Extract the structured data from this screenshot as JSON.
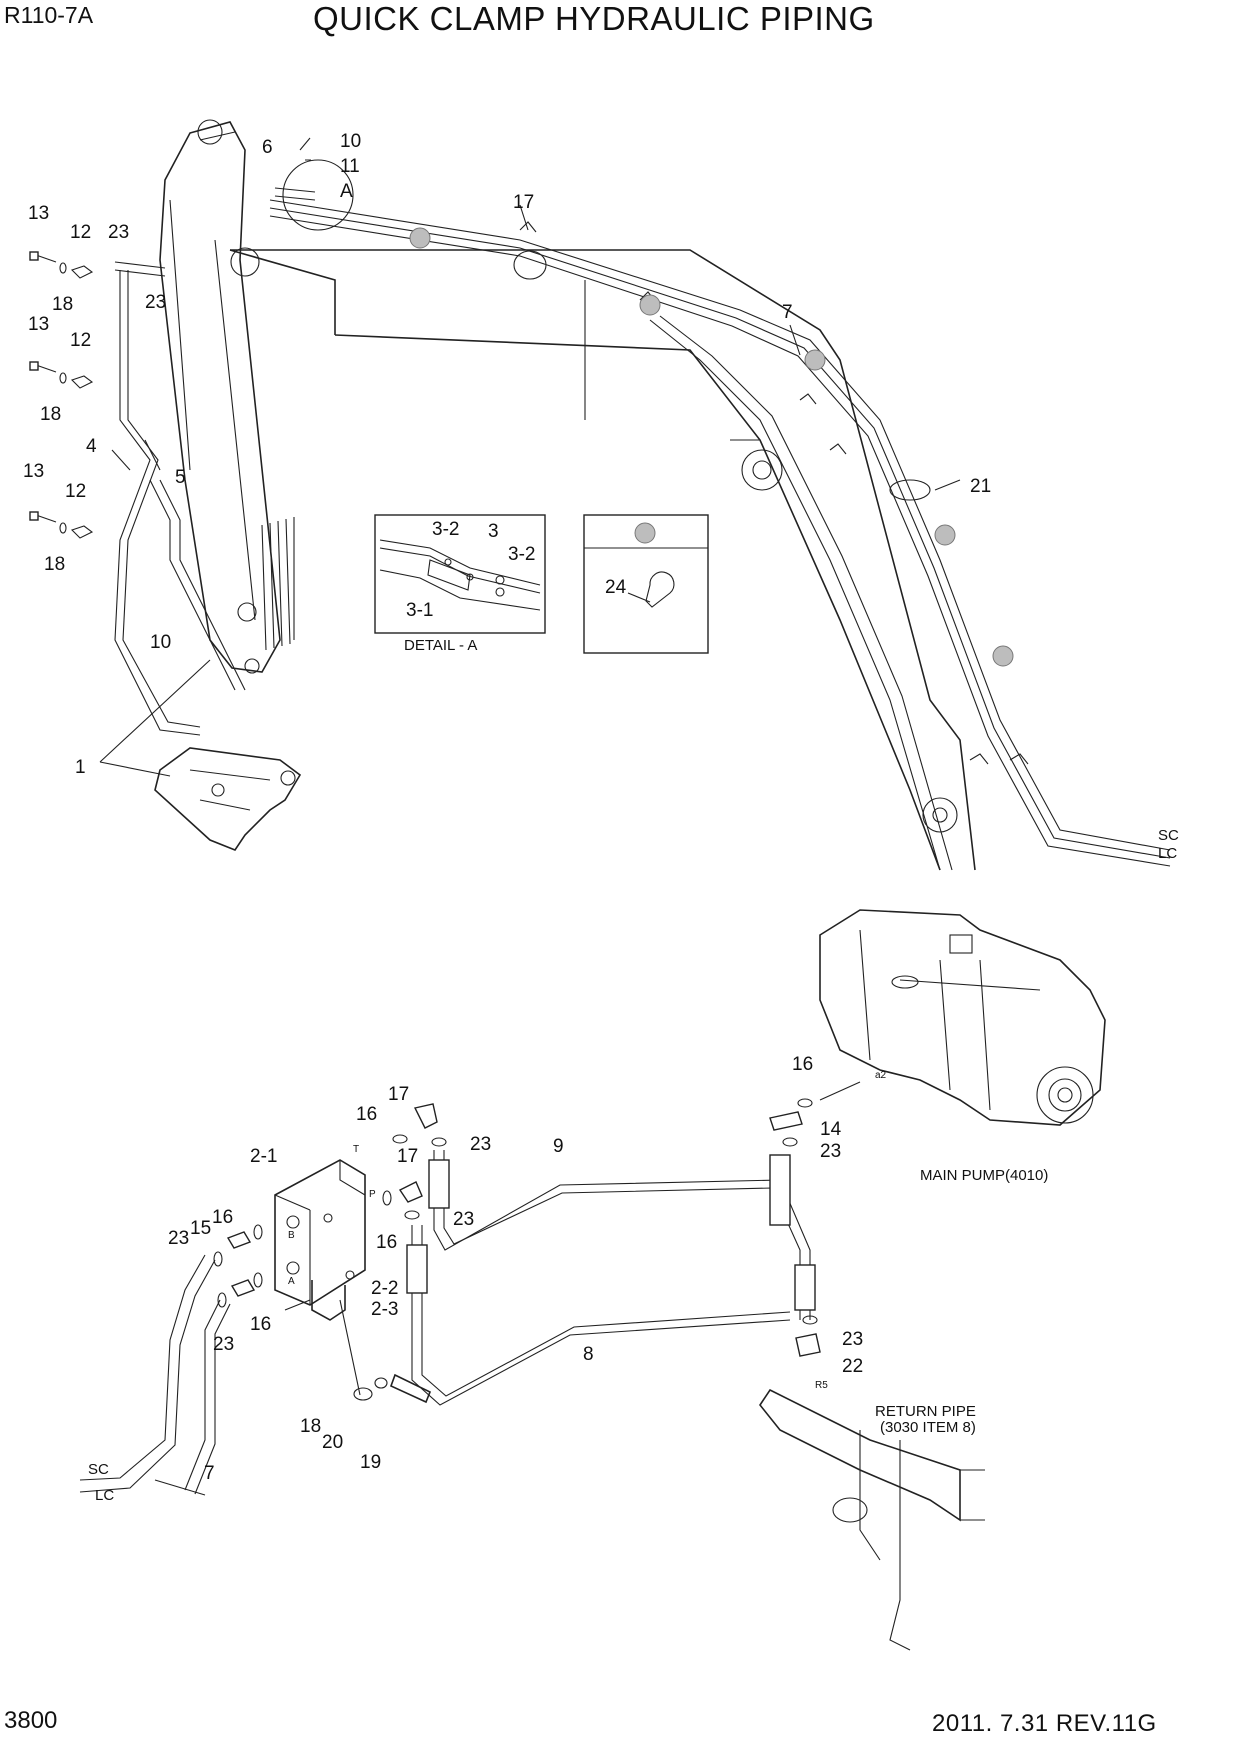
{
  "header": {
    "model": "R110-7A",
    "title": "QUICK CLAMP HYDRAULIC PIPING"
  },
  "footer": {
    "page_number": "3800",
    "revision": "2011. 7.31  REV.11G"
  },
  "captions": {
    "detail_a": "DETAIL - A",
    "main_pump": "MAIN PUMP(4010)",
    "return_pipe_line1": "RETURN PIPE",
    "return_pipe_line2": "(3030 ITEM 8)",
    "sc": "SC",
    "lc": "LC",
    "detail_marker": "A"
  },
  "port_marks": {
    "t": "T",
    "p": "P",
    "b": "B",
    "a": "A",
    "a2": "a2",
    "r5": "R5"
  },
  "callouts": {
    "top": [
      "10",
      "11",
      "6",
      "13",
      "12",
      "23",
      "18",
      "23",
      "13",
      "12",
      "18",
      "4",
      "5",
      "13",
      "12",
      "18",
      "10",
      "1",
      "17",
      "7",
      "21",
      "3-2",
      "3",
      "3-2",
      "3-1",
      "24"
    ],
    "bottom": [
      "16",
      "14",
      "23",
      "17",
      "16",
      "23",
      "2-1",
      "9",
      "17",
      "23",
      "16",
      "16",
      "23",
      "15",
      "16",
      "2-2",
      "2-3",
      "23",
      "8",
      "23",
      "22",
      "18",
      "20",
      "19",
      "7"
    ]
  }
}
